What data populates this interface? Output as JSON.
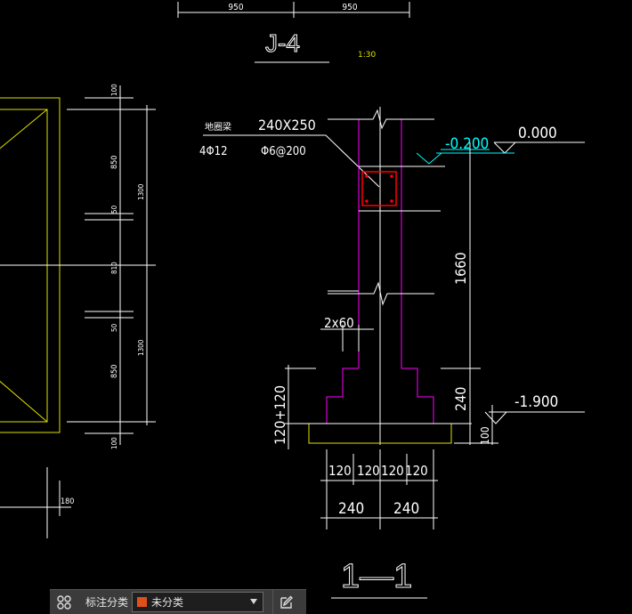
{
  "colors": {
    "background": "#000000",
    "line": "#ffffff",
    "wall": "#ff00ff",
    "beam_section": "#ff0000",
    "yellow": "#e0e000",
    "level_cyan": "#00ffff",
    "swatch": "#e0501a"
  },
  "drawing": {
    "top_dims": [
      "950",
      "950"
    ],
    "title": "J-4",
    "title_scale": "1:30",
    "beam_label": "地圈梁",
    "beam_size": "240X250",
    "beam_main_rebar": "4Φ12",
    "beam_stirrup": "Φ6@200",
    "level_top": "0.000",
    "level_ground": "-0.200",
    "level_bottom": "-1.900",
    "dim_height": "1660",
    "dim_step": "240",
    "dim_cushion": "100",
    "dim_step_left": "120+120",
    "dim_offset": "2x60",
    "bottom_dims_row1": [
      "120",
      "120",
      "120",
      "120"
    ],
    "bottom_dims_row2": [
      "240",
      "240"
    ],
    "section_label": "1—1",
    "plan_dims_top": [
      "100",
      "850",
      "50",
      "810",
      "50",
      "850",
      "100"
    ],
    "plan_dims_right": [
      "1300",
      "1300"
    ],
    "plan_dim_bottom": "180"
  },
  "toolbar": {
    "grid_icon": "grid-icon",
    "label": "标注分类",
    "selected": "未分类",
    "edit_icon": "edit-icon"
  }
}
